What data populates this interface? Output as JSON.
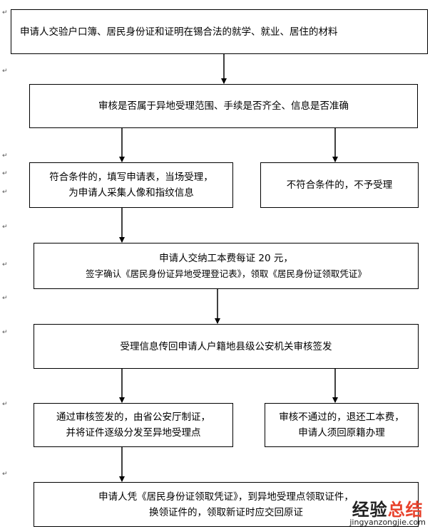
{
  "flowchart": {
    "step1": "申请人交验户口簿、居民身份证和证明在锡合法的就学、就业、居住的材料",
    "step2": "审核是否属于异地受理范围、手续是否齐全、信息是否准确",
    "step3_yes": [
      "符合条件的，填写申请表，当场受理，",
      "为申请人采集人像和指纹信息"
    ],
    "step3_no": "不符合条件的，不予受理",
    "step4": [
      "申请人交纳工本费每证 20 元，",
      "签字确认《居民身份证异地受理登记表》，领取《居民身份证领取凭证》"
    ],
    "step5": "受理信息传回申请人户籍地县级公安机关审核签发",
    "step6_yes": [
      "通过审核签发的，由省公安厅制证，",
      "并将证件逐级分发至异地受理点"
    ],
    "step6_no": [
      "审核不通过的，退还工本费，",
      "申请人须回原籍办理"
    ],
    "step7": [
      "申请人凭《居民身份证领取凭证》，到异地受理点领取证件，",
      "换领证件的，领取新证时应交回原证"
    ]
  },
  "paragraph_mark": "↵",
  "watermark": {
    "text_main": "经验",
    "text_accent": "总结",
    "url": "jingyanzongjie.com",
    "accent_color": "#e8432d"
  }
}
